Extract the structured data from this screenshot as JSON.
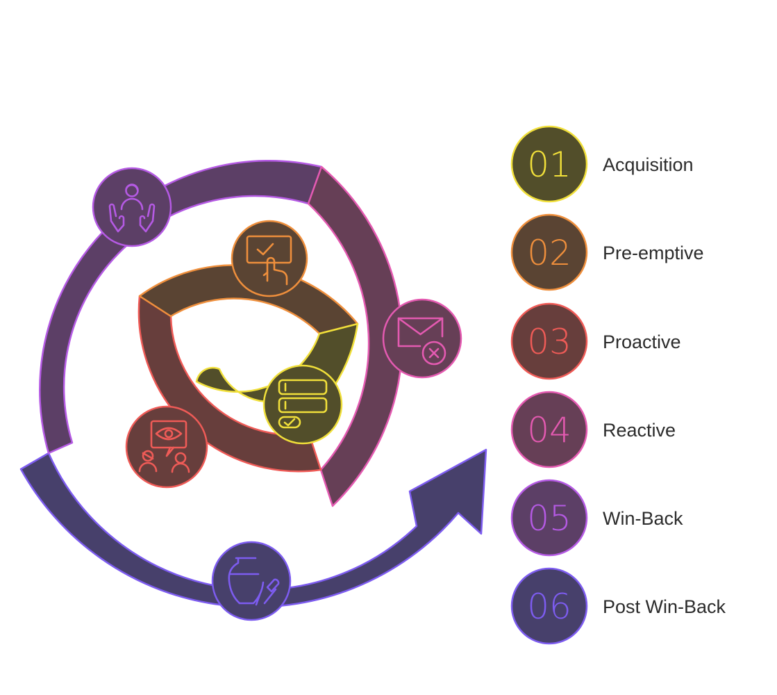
{
  "steps": [
    {
      "number": "01",
      "label": "Acquisition",
      "fill": "#524e2a",
      "stroke": "#f1e03a",
      "icon": "checklist-icon"
    },
    {
      "number": "02",
      "label": "Pre-emptive",
      "fill": "#5a4433",
      "stroke": "#ef8f3c",
      "icon": "touch-screen-check-icon"
    },
    {
      "number": "03",
      "label": "Proactive",
      "fill": "#673e3c",
      "stroke": "#ef5b57",
      "icon": "eye-monitoring-icon"
    },
    {
      "number": "04",
      "label": "Reactive",
      "fill": "#663f56",
      "stroke": "#e45ab1",
      "icon": "mail-cancel-icon"
    },
    {
      "number": "05",
      "label": "Win-Back",
      "fill": "#5c3f66",
      "stroke": "#b55ae4",
      "icon": "caring-hands-icon"
    },
    {
      "number": "06",
      "label": "Post Win-Back",
      "fill": "#47406b",
      "stroke": "#7d5cf0",
      "icon": "vase-brush-icon"
    }
  ]
}
